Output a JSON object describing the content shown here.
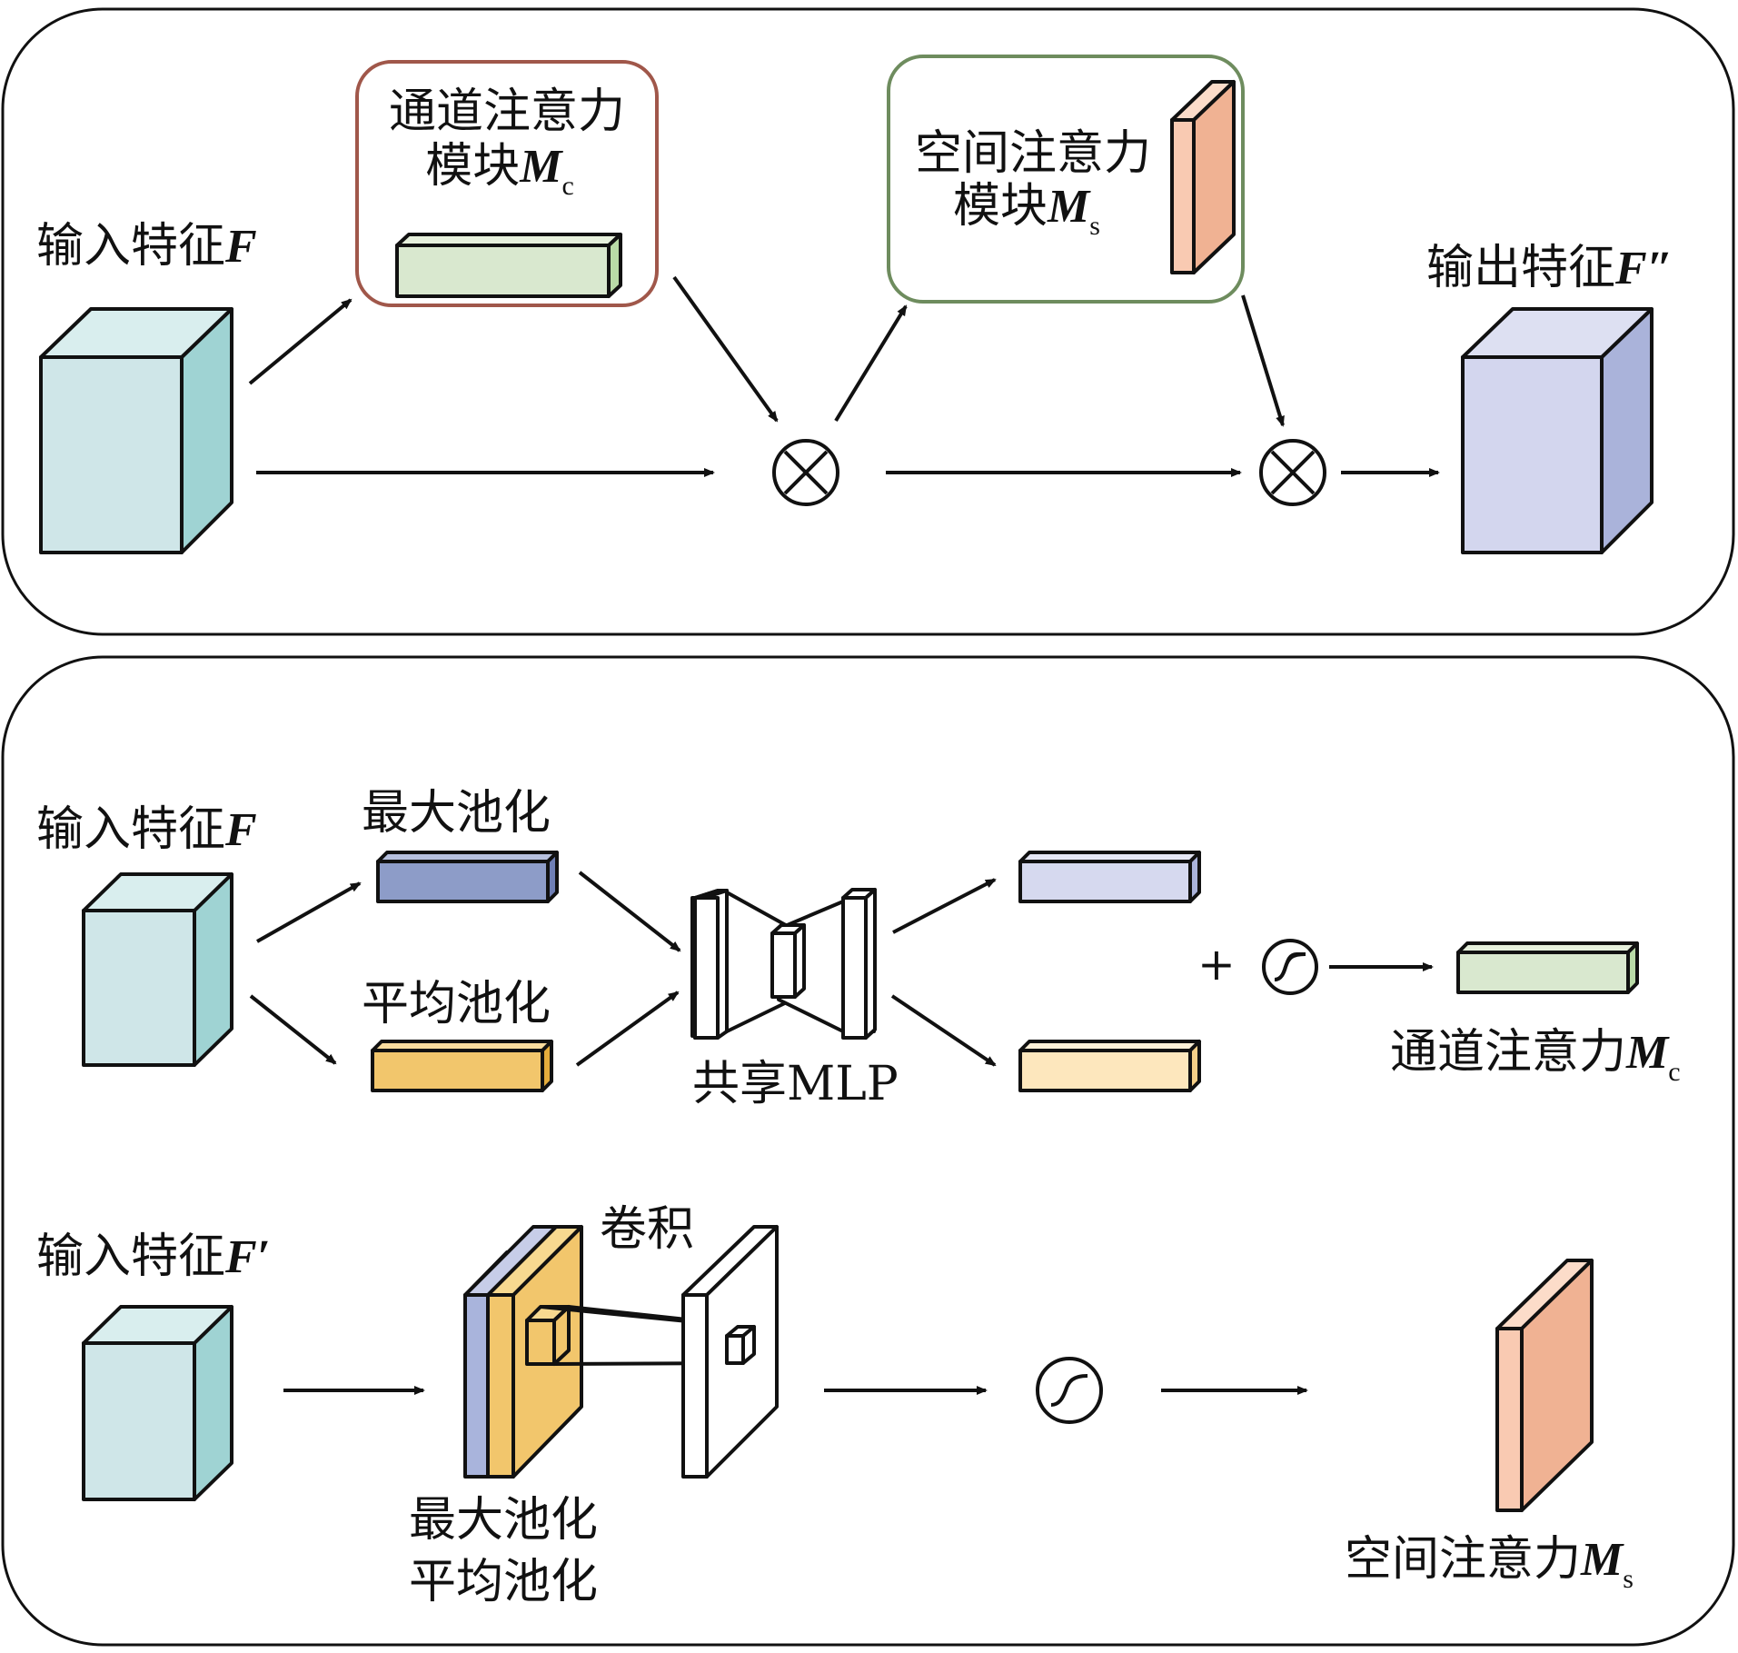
{
  "top": {
    "input_label": "输入特征",
    "input_symbol": "F",
    "channel_module_line1": "通道注意力",
    "channel_module_line2": "模块",
    "channel_symbol": "M",
    "channel_sub": "c",
    "spatial_module_line1": "空间注意力",
    "spatial_module_line2": "模块",
    "spatial_symbol": "M",
    "spatial_sub": "s",
    "output_label": "输出特征",
    "output_symbol": "F″"
  },
  "channel": {
    "input_label": "输入特征",
    "input_symbol": "F",
    "max_pool_label": "最大池化",
    "avg_pool_label": "平均池化",
    "mlp_label": "共享MLP",
    "plus_symbol": "+",
    "output_label": "通道注意力",
    "output_symbol": "M",
    "output_sub": "c"
  },
  "spatial": {
    "input_label": "输入特征",
    "input_symbol": "F′",
    "conv_label": "卷积",
    "pool_label_line1": "最大池化",
    "pool_label_line2": "平均池化",
    "output_label": "空间注意力",
    "output_symbol": "M",
    "output_sub": "s"
  },
  "colors": {
    "input_front": "#cfe6e8",
    "input_side": "#9fd3d3",
    "channel_bar": "#d9e8cf",
    "channel_bar_side": "#b9dba7",
    "spatial_front": "#f9cab2",
    "spatial_side": "#f0b293",
    "output_front": "#d3d6ee",
    "output_side": "#aab3da",
    "max_bar": "#8d9cc8",
    "avg_bar": "#f2c66c",
    "mlp_out_top": "#d6d9ef",
    "mlp_out_bottom": "#fde7bd",
    "channel_border": "#a0574a",
    "spatial_border": "#6e8c5e"
  }
}
